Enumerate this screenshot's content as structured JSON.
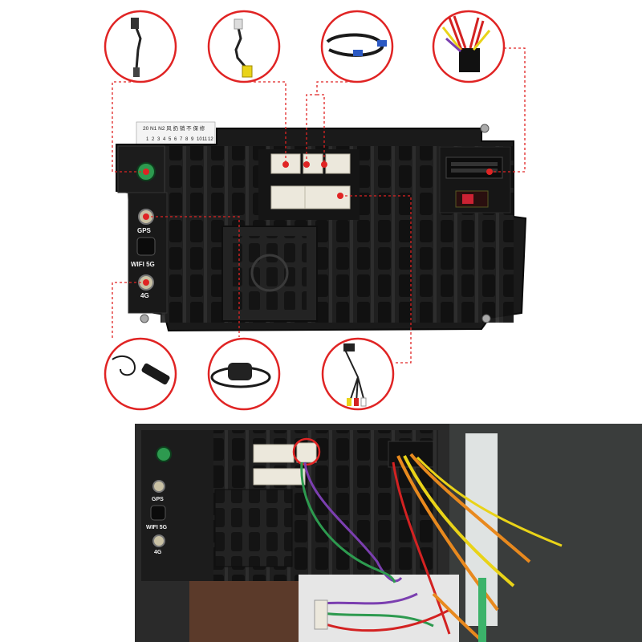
{
  "unit_labels": {
    "gps": "GPS",
    "wifi": "WIFI 5G",
    "lte": "4G"
  },
  "sticker": {
    "row1": "风 扔 销 不 保 修",
    "row2": [
      "1",
      "2",
      "3",
      "4",
      "5",
      "6",
      "7",
      "8",
      "9",
      "10",
      "11",
      "12"
    ],
    "row1_small": [
      "20",
      "N1",
      "N2"
    ]
  },
  "colors": {
    "callout": "#e02424",
    "unit_body": "#1c1c1c",
    "connector": "#ece8dc",
    "wire_purple": "#7b3fb0",
    "wire_green": "#2d9a4f",
    "wire_orange": "#e8891e",
    "wire_yellow": "#e9d318",
    "wire_red": "#d32222"
  },
  "accessories": [
    {
      "name": "aux-3.5mm-cable-photo"
    },
    {
      "name": "rca-camera-cable-photo"
    },
    {
      "name": "usb-cable-photo"
    },
    {
      "name": "power-harness-photo"
    },
    {
      "name": "4g-antenna-photo"
    },
    {
      "name": "gps-antenna-photo"
    },
    {
      "name": "rca-av-cable-photo"
    }
  ]
}
